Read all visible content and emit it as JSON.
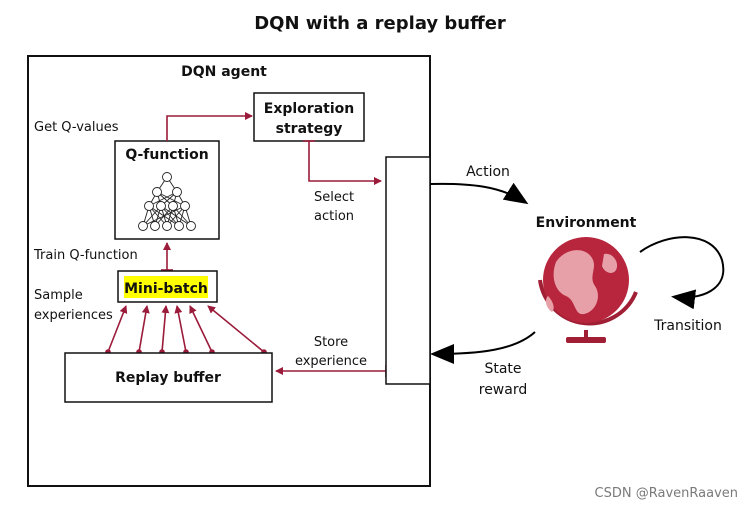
{
  "title": "DQN with a replay buffer",
  "agent": {
    "label": "DQN agent",
    "get_q_values": "Get Q-values",
    "exploration_line1": "Exploration",
    "exploration_line2": "strategy",
    "q_function": "Q-function",
    "select_line1": "Select",
    "select_line2": "action",
    "train_q_function": "Train Q-function",
    "sample_line1": "Sample",
    "sample_line2": "experiences",
    "mini_batch": "Mini-batch",
    "store_line1": "Store",
    "store_line2": "experience",
    "replay_buffer": "Replay buffer"
  },
  "environment": {
    "label": "Environment",
    "action": "Action",
    "transition": "Transition",
    "state_line1": "State",
    "state_line2": "reward"
  },
  "watermark": "CSDN @RavenRaaven",
  "colors": {
    "accent": "#9b1b3a",
    "highlight": "#ffff00",
    "globe": "#c0392b",
    "globe_light": "#e8a0a8"
  }
}
